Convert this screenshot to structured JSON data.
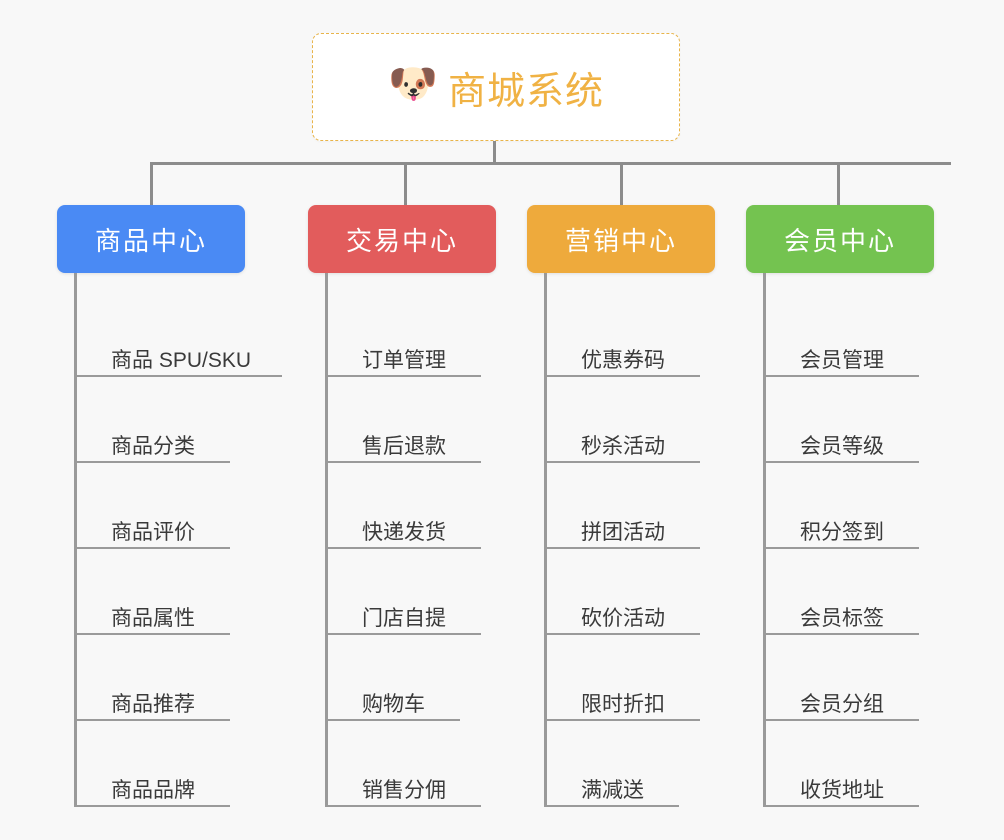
{
  "diagram": {
    "type": "mindmap",
    "background_color": "#f8f8f8",
    "connector_color": "#8c8c8c"
  },
  "root": {
    "title": "商城系统",
    "emoji": "🐶",
    "emoji_name": "dog-face-emoji",
    "text_color": "#f0b244",
    "border_color": "#e8b44a",
    "background_color": "#ffffff"
  },
  "branches": [
    {
      "label": "商品中心",
      "color": "#4a8af4",
      "items": [
        {
          "label": "商品 SPU/SKU",
          "rule_width": 208
        },
        {
          "label": "商品分类",
          "rule_width": 156
        },
        {
          "label": "商品评价",
          "rule_width": 156
        },
        {
          "label": "商品属性",
          "rule_width": 156
        },
        {
          "label": "商品推荐",
          "rule_width": 156
        },
        {
          "label": "商品品牌",
          "rule_width": 156
        }
      ]
    },
    {
      "label": "交易中心",
      "color": "#e25c5c",
      "items": [
        {
          "label": "订单管理",
          "rule_width": 156
        },
        {
          "label": "售后退款",
          "rule_width": 156
        },
        {
          "label": "快递发货",
          "rule_width": 156
        },
        {
          "label": "门店自提",
          "rule_width": 156
        },
        {
          "label": "购物车",
          "rule_width": 135
        },
        {
          "label": "销售分佣",
          "rule_width": 156
        }
      ]
    },
    {
      "label": "营销中心",
      "color": "#eeaa3c",
      "items": [
        {
          "label": "优惠券码",
          "rule_width": 156
        },
        {
          "label": "秒杀活动",
          "rule_width": 156
        },
        {
          "label": "拼团活动",
          "rule_width": 156
        },
        {
          "label": "砍价活动",
          "rule_width": 156
        },
        {
          "label": "限时折扣",
          "rule_width": 156
        },
        {
          "label": "满减送",
          "rule_width": 135
        }
      ]
    },
    {
      "label": "会员中心",
      "color": "#74c350",
      "items": [
        {
          "label": "会员管理",
          "rule_width": 156
        },
        {
          "label": "会员等级",
          "rule_width": 156
        },
        {
          "label": "积分签到",
          "rule_width": 156
        },
        {
          "label": "会员标签",
          "rule_width": 156
        },
        {
          "label": "会员分组",
          "rule_width": 156
        },
        {
          "label": "收货地址",
          "rule_width": 156
        }
      ]
    }
  ],
  "layout": {
    "column_left_positions": [
      57,
      308,
      527,
      746
    ],
    "branch_stub_positions": [
      150,
      404,
      620,
      837
    ]
  }
}
